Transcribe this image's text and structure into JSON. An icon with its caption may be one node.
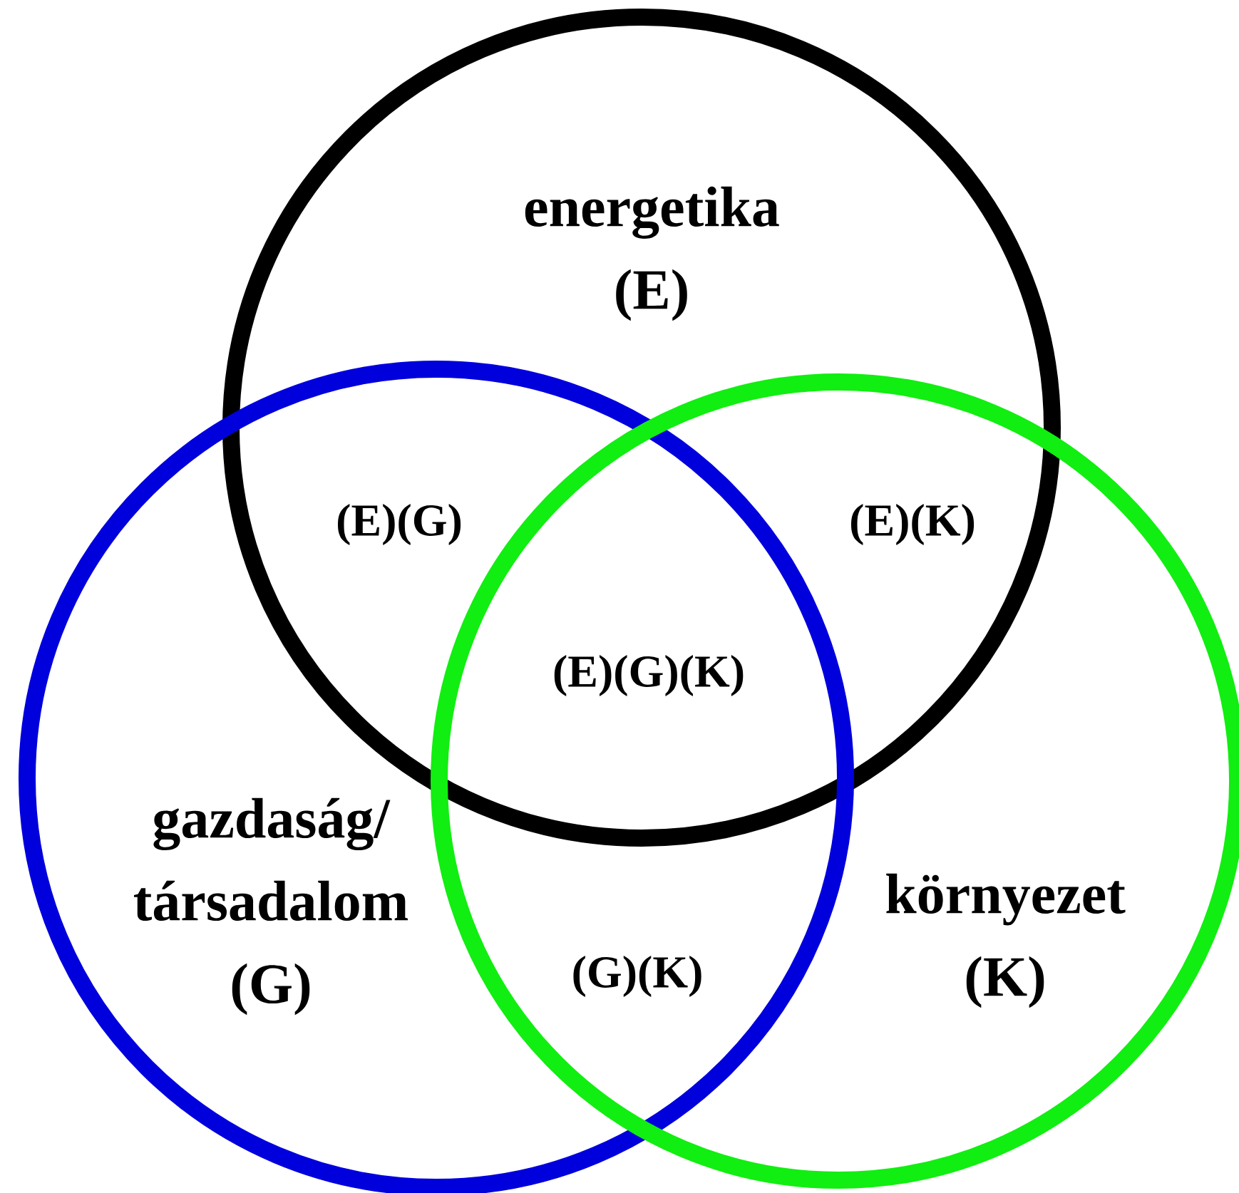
{
  "diagram": {
    "nodes": [
      {
        "text": [
          "energetika (E)"
        ]
      },
      {
        "text": [
          "gazdaság/ társadalom (G)"
        ]
      },
      {
        "text": [
          "környezet (K)"
        ]
      }
    ],
    "labels": [
      "(E)(G)",
      "(E)(K)",
      "(E)(G)(K)",
      "(G)(K)"
    ]
  }
}
